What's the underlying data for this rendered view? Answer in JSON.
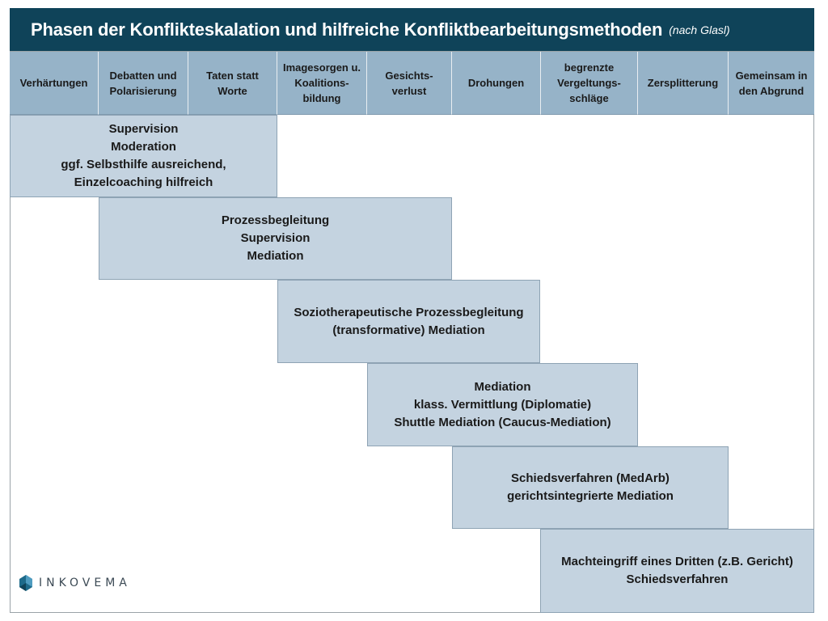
{
  "title": {
    "main": "Phasen der Konflikteskalation und hilfreiche Konfliktbearbeitungsmethoden",
    "sub": "(nach Glasl)"
  },
  "phases": [
    {
      "label": "Verhärtungen"
    },
    {
      "label": "Debatten und Polarisierung"
    },
    {
      "label": "Taten statt Worte"
    },
    {
      "label": "Imagesorgen u. Koalitions-bildung"
    },
    {
      "label": "Gesichts-verlust"
    },
    {
      "label": "Drohungen"
    },
    {
      "label": "begrenzte Vergeltungs-schläge"
    },
    {
      "label": "Zersplitterung"
    },
    {
      "label": "Gemeinsam in den Abgrund"
    }
  ],
  "methods": [
    {
      "lines": [
        "Supervision",
        "Moderation",
        "ggf. Selbsthilfe ausreichend,",
        "Einzelcoaching hilfreich"
      ]
    },
    {
      "lines": [
        "Prozessbegleitung",
        "Supervision",
        "Mediation"
      ]
    },
    {
      "lines": [
        "Soziotherapeutische Prozessbegleitung",
        "(transformative) Mediation"
      ]
    },
    {
      "lines": [
        "Mediation",
        "klass. Vermittlung (Diplomatie)",
        "Shuttle Mediation (Caucus-Mediation)"
      ]
    },
    {
      "lines": [
        "Schiedsverfahren (MedArb)",
        "gerichtsintegrierte Mediation"
      ]
    },
    {
      "lines": [
        "Machteingriff eines Dritten (z.B. Gericht)",
        "Schiedsverfahren"
      ]
    }
  ],
  "logo": {
    "text": "INKOVEMA",
    "colors": [
      "#1d6a8a",
      "#4f9cc0"
    ]
  },
  "colors": {
    "title_bg": "#0f4359",
    "header_bg": "#96b3c8",
    "box_bg": "#c4d3e0"
  }
}
